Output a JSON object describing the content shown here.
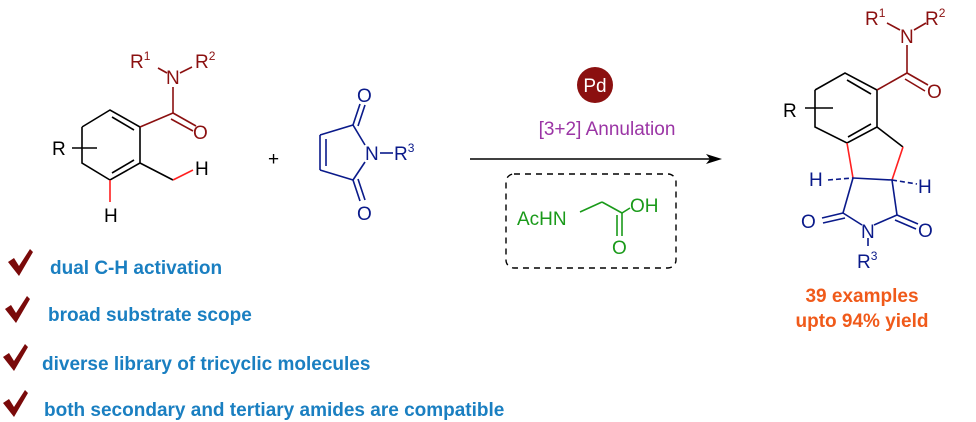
{
  "colors": {
    "amide": "#8b1010",
    "maleimide": "#0a1a8a",
    "new_bond": "#ff2020",
    "catalyst": "#8b1010",
    "annulation": "#9b35a5",
    "ligand": "#1a9a1a",
    "bullets": "#1a7fc1",
    "check": "#7a0a0a",
    "results": "#f05a1a"
  },
  "reactant1": {
    "R": "R",
    "R1": "R",
    "R1_sup": "1",
    "R2": "R",
    "R2_sup": "2",
    "N": "N",
    "O": "O",
    "H_methyl": "H",
    "H_aryl": "H"
  },
  "plus": "+",
  "reactant2": {
    "O_top": "O",
    "O_bottom": "O",
    "N": "N",
    "R3": "R",
    "R3_sup": "3"
  },
  "conditions": {
    "catalyst": "Pd",
    "reaction": "[3+2] Annulation",
    "ligand_amine": "AcHN",
    "ligand_oh": "OH",
    "ligand_o": "O"
  },
  "product": {
    "R": "R",
    "R1": "R",
    "R1_sup": "1",
    "R2": "R",
    "R2_sup": "2",
    "N_amide": "N",
    "O_amide": "O",
    "H_left": "H",
    "H_right": "H",
    "O_left": "O",
    "O_right": "O",
    "N_imide": "N",
    "R3": "R",
    "R3_sup": "3"
  },
  "features": [
    "dual C-H activation",
    "broad substrate scope",
    "diverse library of tricyclic molecules",
    "both secondary and tertiary amides are compatible"
  ],
  "results": {
    "examples": "39 examples",
    "yield": "upto 94% yield"
  }
}
